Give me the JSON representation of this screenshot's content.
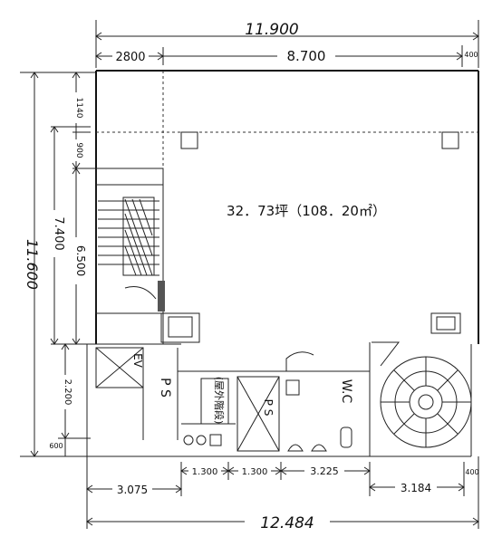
{
  "dimensions": {
    "top_total": "11.900",
    "top_left": "2800",
    "top_mid": "8.700",
    "top_right": "400",
    "left_total": "11.600",
    "left_a": "7.400",
    "left_b": "6.500",
    "left_c": "2.200",
    "left_d": "600",
    "left_e": "1140",
    "left_f": "900",
    "bottom_a": "3.075",
    "bottom_b": "1.300",
    "bottom_c": "1.300",
    "bottom_d": "3.225",
    "bottom_e": "3.184",
    "bottom_f": "400",
    "bottom_total": "12.484"
  },
  "room": {
    "area_label": "32．73坪（108．20㎡）"
  },
  "labels": {
    "ev": "EV",
    "ps_left": "P S",
    "ps_mid": "P S",
    "wc": "W.C",
    "shaft": "(屋外階段)"
  }
}
